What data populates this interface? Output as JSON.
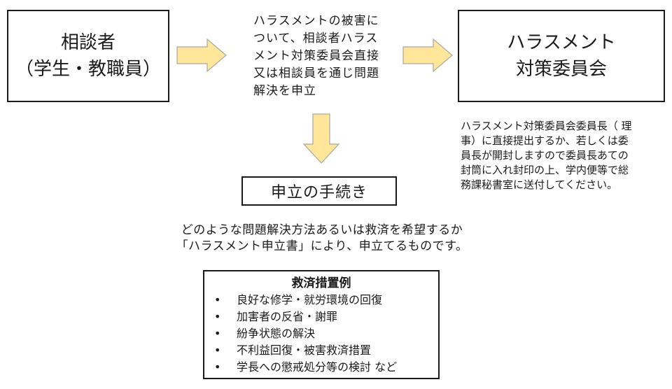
{
  "consulter": {
    "line1": "相談者",
    "line2": "（学生・教職員）"
  },
  "flow_text": "ハラスメントの被害に\nついて、相談者ハラス\nメント対策委員会直接\n又は相談員を通じ問題\n解決を申立",
  "committee": {
    "line1": "ハラスメント",
    "line2": "対策委員会"
  },
  "committee_note": "ハラスメント対策委員会委員長（ 理\n事）に直接提出するか、若しくは委\n員長が開封しますので委員長あての\n封筒に入れ封印の上、学内便等で総\n務課秘書室に送付してください。",
  "procedure": {
    "label": "申立の手続き"
  },
  "method_text": "どのような問題解決方法あるいは救済を希望するか\n「ハラスメント申立書」により、申立てるものです。",
  "relief": {
    "title": "救済措置例",
    "bullet": "•",
    "items": [
      "良好な修学・就労環境の回復",
      "加害者の反省・謝罪",
      "紛争状態の解決",
      "不利益回復・被害救済措置",
      "学長への懲戒処分等の検討 など"
    ]
  },
  "colors": {
    "arrow_fill": "#FFE699",
    "arrow_stroke": "#A6A6A6",
    "border": "#1a1a1a"
  }
}
